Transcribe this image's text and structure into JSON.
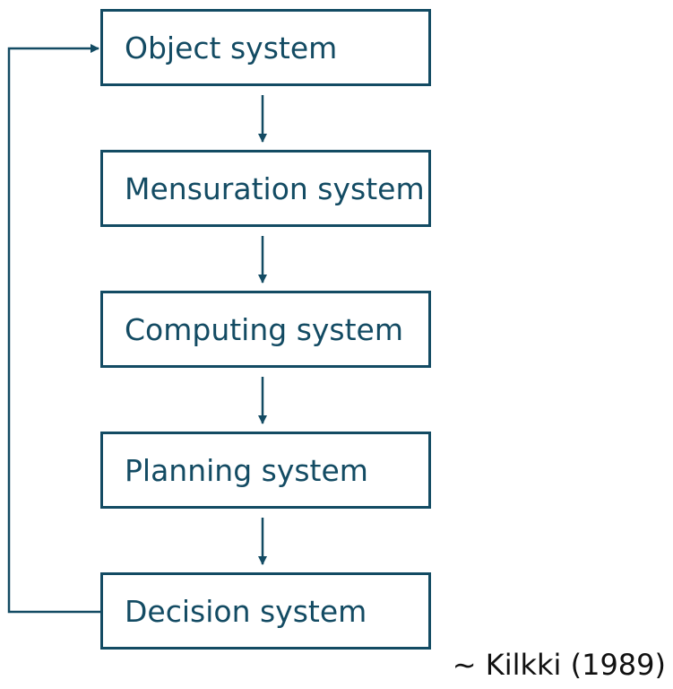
{
  "diagram": {
    "nodes": [
      {
        "id": "object",
        "label": "Object system"
      },
      {
        "id": "mensuration",
        "label": "Mensuration system"
      },
      {
        "id": "computing",
        "label": "Computing system"
      },
      {
        "id": "planning",
        "label": "Planning system"
      },
      {
        "id": "decision",
        "label": "Decision system"
      }
    ],
    "edges": [
      {
        "from": "object",
        "to": "mensuration"
      },
      {
        "from": "mensuration",
        "to": "computing"
      },
      {
        "from": "computing",
        "to": "planning"
      },
      {
        "from": "planning",
        "to": "decision"
      },
      {
        "from": "decision",
        "to": "object",
        "type": "feedback-loop-left"
      }
    ],
    "line_color": "#134b63"
  },
  "caption": "∼ Kilkki (1989)"
}
